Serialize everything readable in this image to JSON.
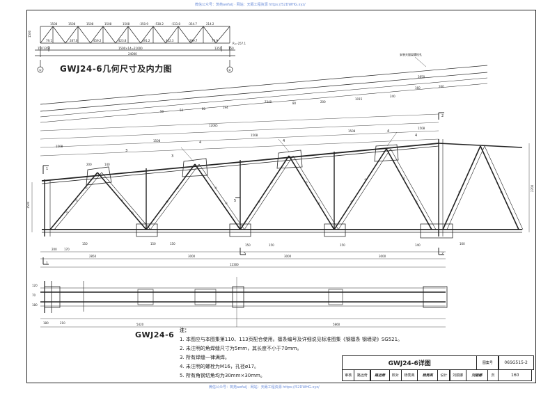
{
  "watermark": {
    "top": "微信公众号：筑苑awfaiJ · 网站：天籁工程资源 https://52DWHG.xyz/",
    "bottom": "微信公众号：筑苑awfaiJ · 网站：天籁工程资源 https://52DWHG.xyz/"
  },
  "geometry_title": "GWJ24-6几何尺寸及内力图",
  "main_view_title": "GWJ24-6",
  "small_truss": {
    "top_forces": [
      "1508",
      "1508",
      "1508",
      "1508",
      "1508",
      "-350.9",
      "-538.2",
      "-533.8",
      "-354.7",
      "214.2"
    ],
    "bottom_forces": [
      "79.1",
      "287.0",
      "459.2",
      "423.8",
      "491.2",
      "452.3",
      "289.7",
      "79.9"
    ],
    "height": "1500",
    "end_left": "1350",
    "end_right": "1350",
    "span_formula": "1500×14=21000",
    "total_span": "24000",
    "reaction": "R=-257.1",
    "supports": [
      "①",
      "②"
    ],
    "dims_left": [
      "150",
      "150"
    ],
    "dims_right": [
      "150",
      "150"
    ]
  },
  "detail": {
    "purlin_note": "安装天窗架螺栓孔",
    "top_chord_dims": [
      "3850",
      "160",
      "260",
      "50",
      "50",
      "80",
      "194",
      "80",
      "200",
      "80",
      "170",
      "80",
      "170",
      "2340",
      "1015",
      "240"
    ],
    "upper_dims": [
      "1508",
      "1508",
      "1508",
      "1508",
      "12065",
      "1508"
    ],
    "section_marks": [
      "1",
      "1",
      "2",
      "2",
      "3",
      "3",
      "4",
      "4",
      "4",
      "4",
      "5",
      "5"
    ],
    "member_dims": [
      "200",
      "140",
      "150",
      "150",
      "150",
      "150",
      "150",
      "150",
      "140",
      "160"
    ],
    "bottom_dims": [
      "2850",
      "3000",
      "3000",
      "3000",
      "150",
      "150",
      "150",
      "150",
      "150",
      "150",
      "150",
      "150",
      "200",
      "170",
      "12300"
    ],
    "heights": [
      "1500",
      "2700"
    ],
    "bottom_plan_dims": [
      "180",
      "210",
      "5420",
      "5860"
    ],
    "side_dims": [
      "120",
      "70",
      "180"
    ]
  },
  "notes": {
    "head": "注：",
    "items": [
      "1. 本图应与本图集第110、113页配合使用。檩条编号及详细说见标准图集《钢檩条 钢墙梁》SG521。",
      "2. 未注明的角焊缝尺寸为5mm，其长度不小于70mm。",
      "3. 所有焊缝一律满焊。",
      "4. 未注明的螺栓为M16，孔径ø17。",
      "5. 所有角钢切角均为30mm×30mm。"
    ]
  },
  "title_block": {
    "drawing_name": "GWJ24-6详图",
    "atlas_no_label": "图集号",
    "atlas_no": "06SG515-2",
    "row_labels": [
      "审核",
      "路远奇",
      "校对",
      "杨秀英",
      "设计",
      "刘丽娜"
    ],
    "sign_1": "路远奇",
    "sign_2": "杨秀英",
    "sign_3": "刘丽娜",
    "page_label": "页",
    "page": "160"
  }
}
